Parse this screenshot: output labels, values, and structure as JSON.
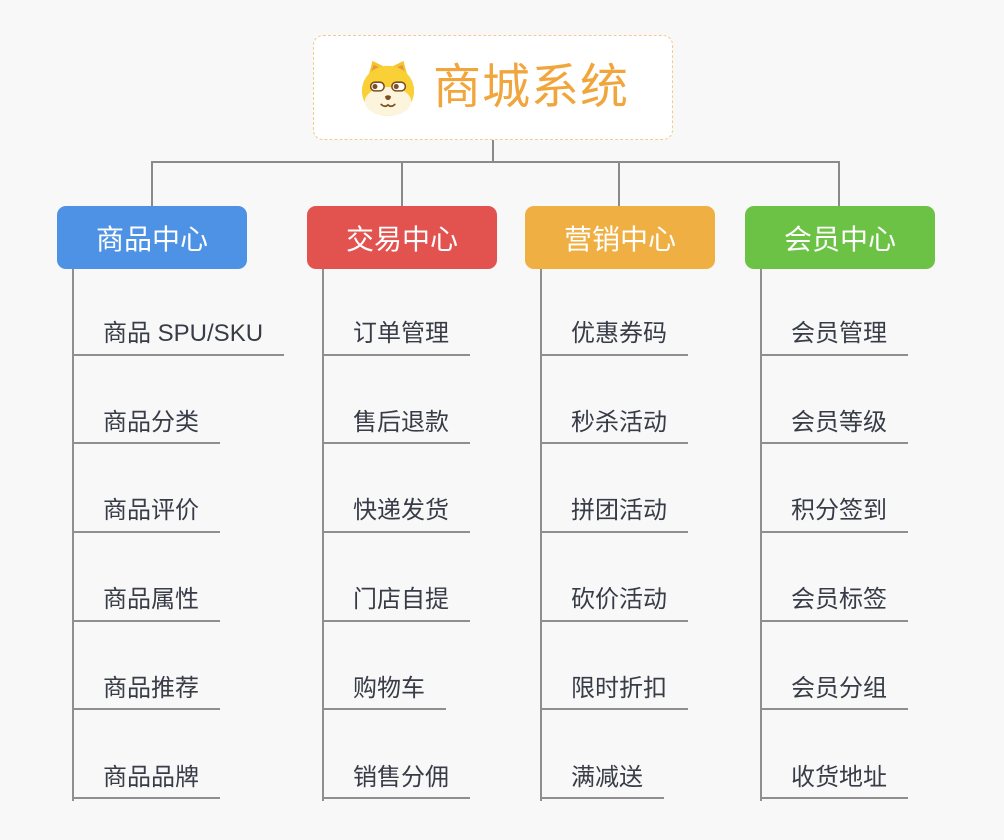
{
  "background_color": "#F8F8F8",
  "connector_color": "#8A8A8A",
  "item_underline_color": "#8F8F8F",
  "item_text_color": "#373C46",
  "root": {
    "title": "商城系统",
    "icon": "dog-face-icon",
    "title_color": "#F0A63C",
    "border_color": "#F2CB8D",
    "background": "#FFFFFF"
  },
  "branches": [
    {
      "label": "商品中心",
      "color": "#4D92E4",
      "items": [
        "商品 SPU/SKU",
        "商品分类",
        "商品评价",
        "商品属性",
        "商品推荐",
        "商品品牌"
      ]
    },
    {
      "label": "交易中心",
      "color": "#E2534F",
      "items": [
        "订单管理",
        "售后退款",
        "快递发货",
        "门店自提",
        "购物车",
        "销售分佣"
      ]
    },
    {
      "label": "营销中心",
      "color": "#EFAF42",
      "items": [
        "优惠券码",
        "秒杀活动",
        "拼团活动",
        "砍价活动",
        "限时折扣",
        "满减送"
      ]
    },
    {
      "label": "会员中心",
      "color": "#6CC244",
      "items": [
        "会员管理",
        "会员等级",
        "积分签到",
        "会员标签",
        "会员分组",
        "收货地址"
      ]
    }
  ]
}
